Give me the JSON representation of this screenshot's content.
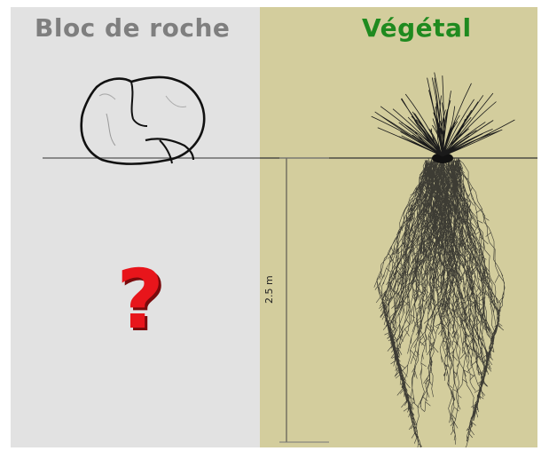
{
  "left_panel": {
    "title": "Bloc de roche",
    "question_mark": "?",
    "background": "#e2e2e2",
    "title_color": "#7f7f7f",
    "question_color": "#e8151b"
  },
  "right_panel": {
    "title": "Végétal",
    "depth_label": "2.5 m",
    "background": "#d3cd9d",
    "title_color": "#1f8a1f"
  }
}
